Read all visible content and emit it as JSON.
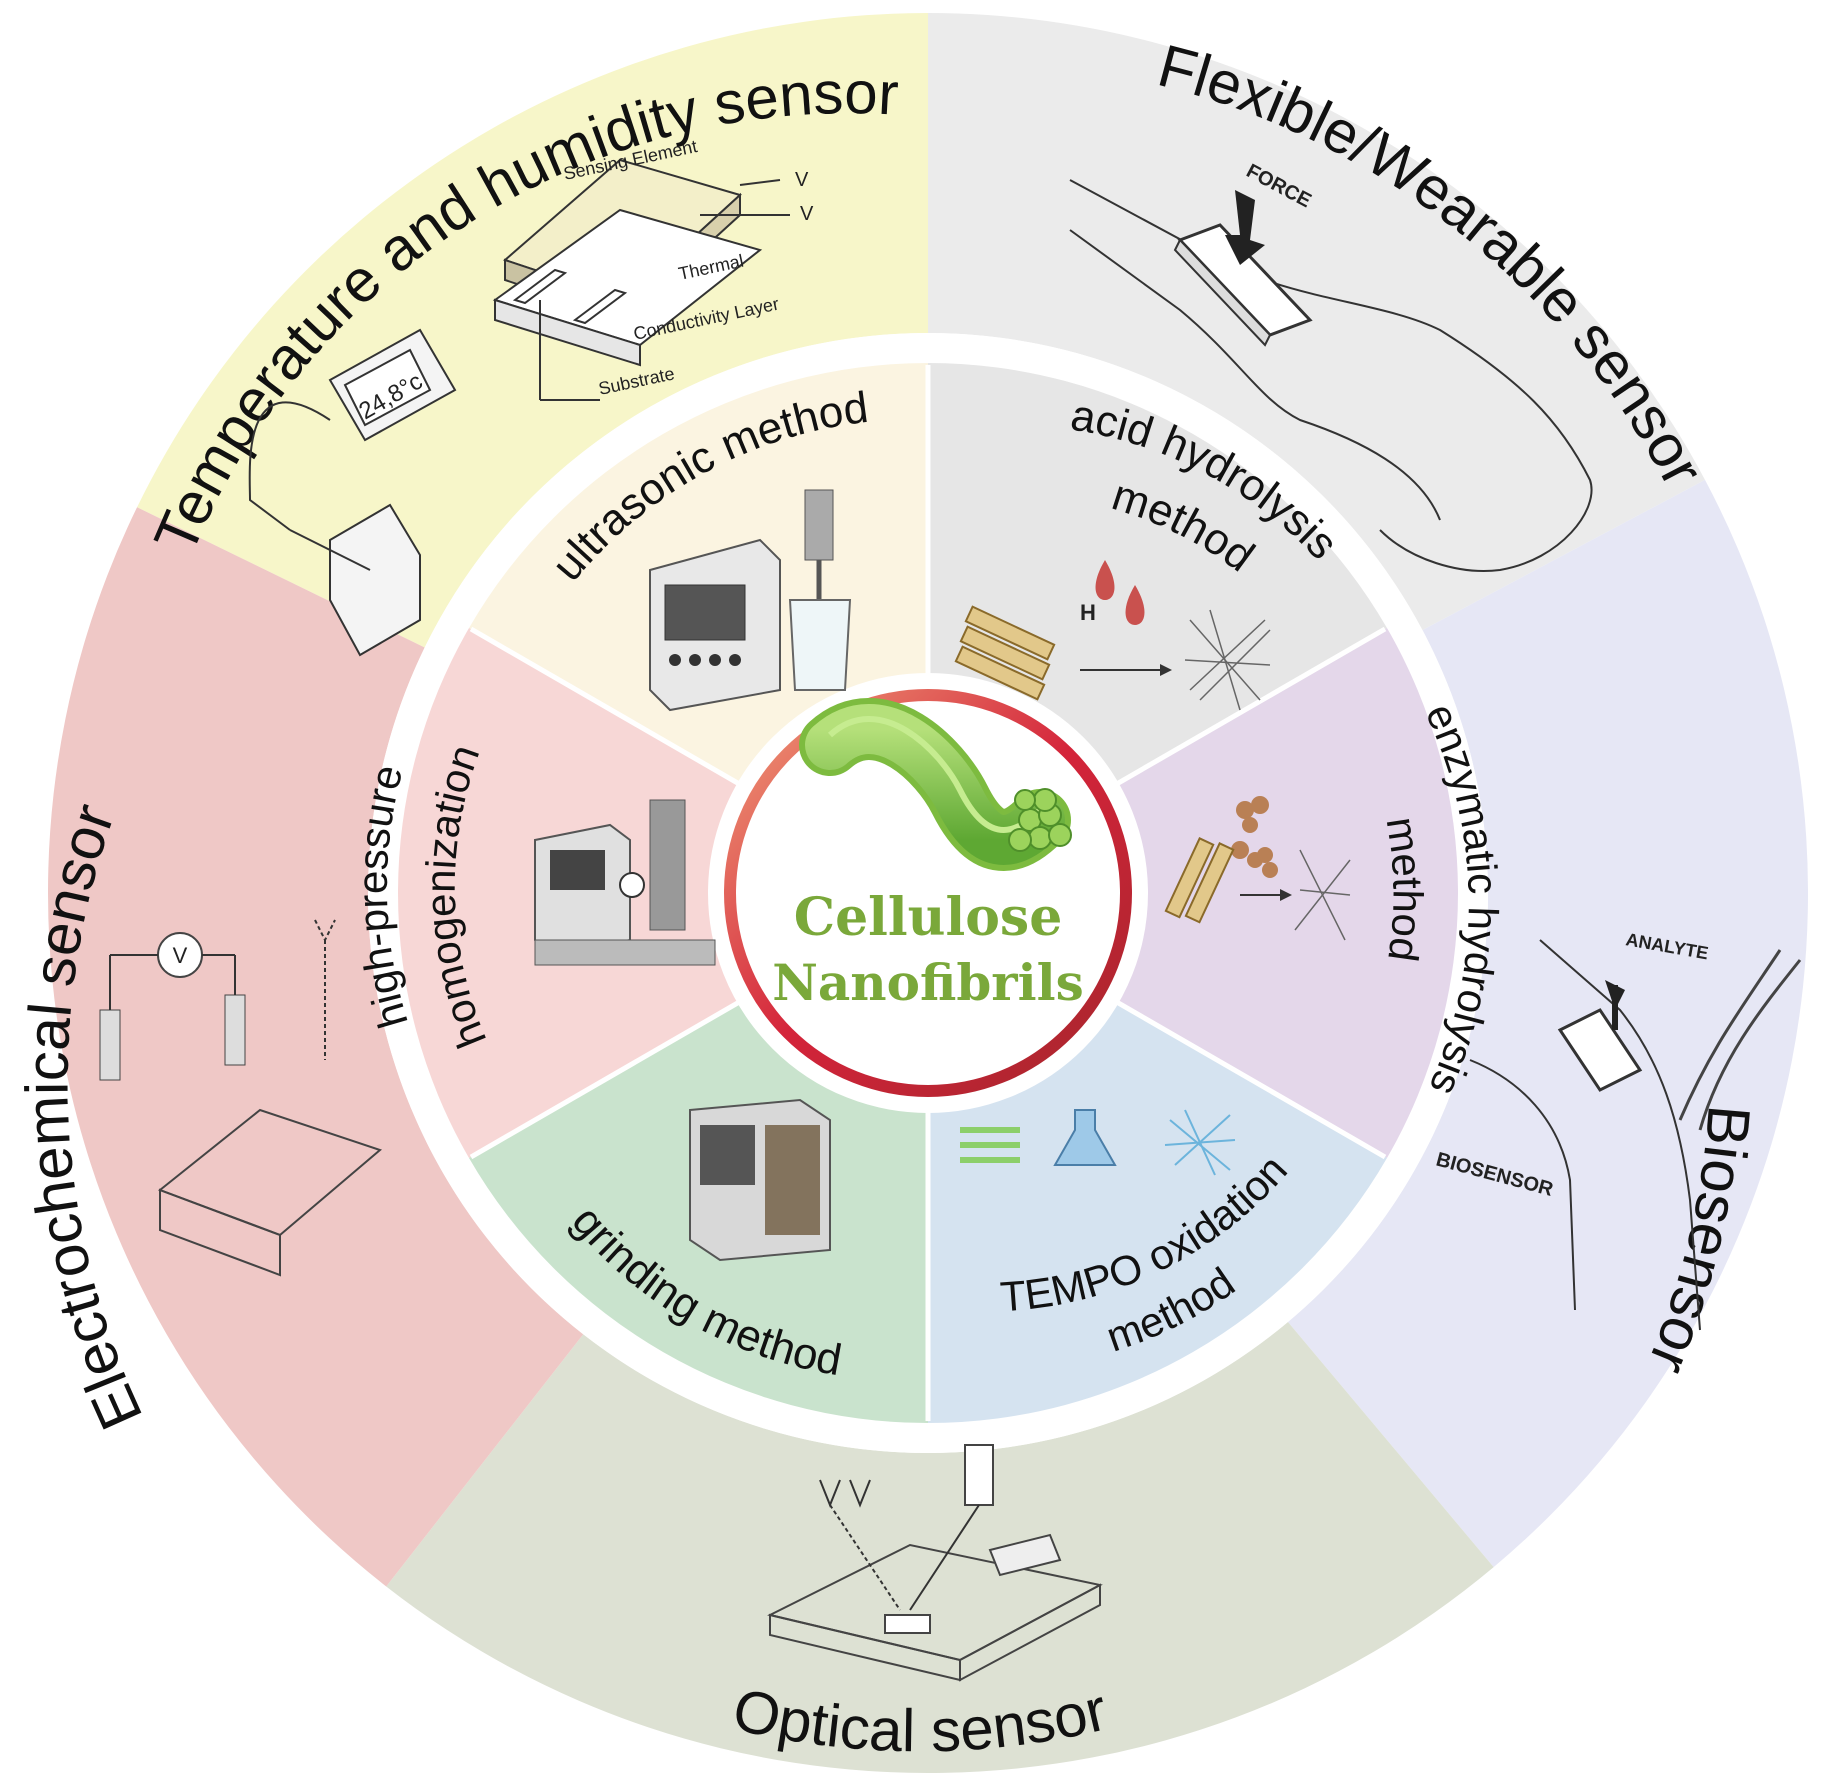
{
  "center": {
    "line1": "Cellulose",
    "line2": "Nanofibrils"
  },
  "outer_sectors": [
    {
      "label": "Temperature and humidity sensor",
      "color": "#f7f6c9"
    },
    {
      "label": "Flexible/Wearable sensor",
      "color": "#ebebeb"
    },
    {
      "label": "Biosensor",
      "color": "#e6e7f5"
    },
    {
      "label": "Optical sensor",
      "color": "#dde1d3"
    },
    {
      "label": "Electrochemical sensor",
      "color": "#efc8c6"
    }
  ],
  "inner_sectors": [
    {
      "label": "ultrasonic method",
      "color": "#fbf4e1"
    },
    {
      "label_lines": [
        "acid hydrolysis",
        "method"
      ],
      "color": "#e6e6e6"
    },
    {
      "label_lines": [
        "enzymatic hydrolysis",
        "method"
      ],
      "color": "#e4d7ea"
    },
    {
      "label_lines": [
        "TEMPO oxidation",
        "method"
      ],
      "color": "#d5e3f0"
    },
    {
      "label": "grinding method",
      "color": "#c9e3cd"
    },
    {
      "label_lines": [
        "high-pressure",
        "homogenization"
      ],
      "color": "#f7d7d6"
    }
  ],
  "annotations": {
    "sensing_element": "Sensing Element",
    "thermal": "Thermal",
    "conductivity_layer": "Conductivity Layer",
    "substrate": "Substrate",
    "v1": "V",
    "v2": "V",
    "thermometer_reading": "24,8°c",
    "force": "FORCE",
    "acid_h": "H",
    "analyte": "ANALYTE",
    "biosensor_tag": "BIOSENSOR",
    "voltmeter": "V"
  }
}
